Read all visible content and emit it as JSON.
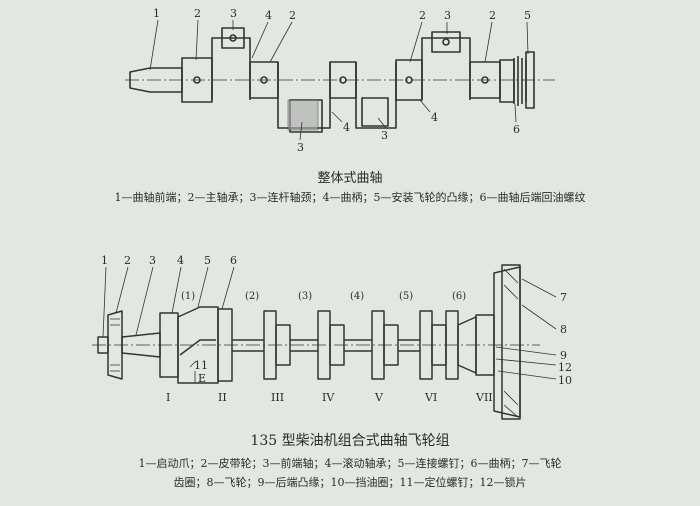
{
  "figure1": {
    "title": "整体式曲轴",
    "legend": "1—曲轴前端；2—主轴承；3—连杆轴颈；4—曲柄；5—安装飞轮的凸缘；6—曲轴后端回油螺纹",
    "callouts": [
      "1",
      "2",
      "3",
      "4",
      "2",
      "2",
      "3",
      "2",
      "5",
      "3",
      "4",
      "3",
      "4",
      "6"
    ]
  },
  "figure2": {
    "title": "135 型柴油机组合式曲轴飞轮组",
    "legend_line1": "1—启动爪；2—皮带轮；3—前端轴；4—滚动轴承；5—连接螺钉；6—曲柄；7—飞轮",
    "legend_line2": "齿圈；8—飞轮；9—后端凸缘；10—挡油圈；11—定位螺钉；12—锁片",
    "callouts": [
      "1",
      "2",
      "3",
      "4",
      "5",
      "6",
      "7",
      "8",
      "9",
      "12",
      "10",
      "11",
      "E"
    ],
    "crank_numbers": [
      "(1)",
      "(2)",
      "(3)",
      "(4)",
      "(5)",
      "(6)"
    ],
    "bearing_numerals": [
      "I",
      "II",
      "III",
      "IV",
      "V",
      "VI",
      "VII"
    ]
  }
}
